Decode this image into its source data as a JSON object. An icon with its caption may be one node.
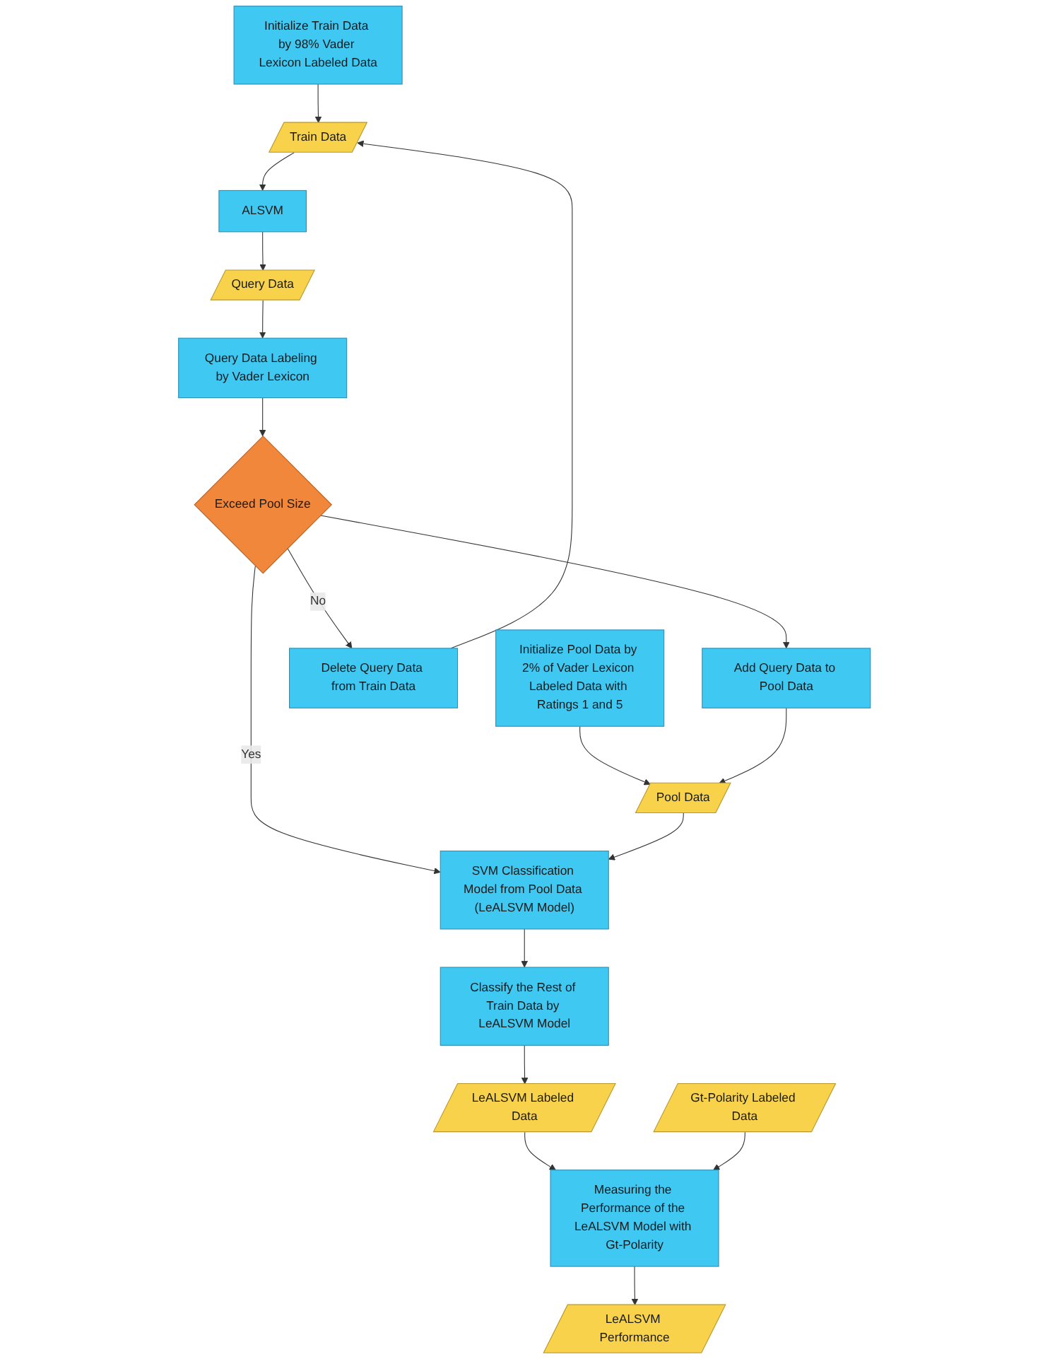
{
  "diagram": {
    "nodes": [
      {
        "text": [
          "Initialize Pool Data by 2% of Vader Lexicon Labeled Data with Ratings 1 and 5"
        ]
      },
      {
        "text": [
          "Train Data"
        ]
      },
      {
        "text": [
          "Initialize Train Data by 98% Vader Lexicon Labeled Data"
        ]
      },
      {
        "text": [
          "Pool Data"
        ]
      },
      {
        "text": [
          "ALSVM"
        ]
      },
      {
        "text": [
          "Query Data"
        ]
      },
      {
        "text": [
          "Delete Query Data from Train Data"
        ]
      },
      {
        "text": [
          "Exceed Pool Size"
        ]
      },
      {
        "text": [
          "Query Data Labeling by Vader Lexicon"
        ]
      },
      {
        "text": [
          "Add Query Data to Pool Data"
        ]
      },
      {
        "text": [
          "SVM Classification Model from Pool Data (LeALSVM Model)"
        ]
      },
      {
        "text": [
          "Classify the Rest of Train Data by LeALSVM Model"
        ]
      },
      {
        "text": [
          "Gt-Polarity Labeled Data"
        ]
      },
      {
        "text": [
          "Measuring the Performance of the LeALSVM Model with Gt-Polarity"
        ]
      },
      {
        "text": [
          "LeALSVM Labeled Data"
        ]
      },
      {
        "text": [
          "LeALSVM Performance"
        ]
      }
    ],
    "edges": [
      {
        "from": 0,
        "to": 3,
        "arrow": "to"
      },
      {
        "from": 2,
        "to": 1,
        "arrow": "to"
      },
      {
        "from": 1,
        "to": 4,
        "arrow": "to"
      },
      {
        "from": 4,
        "to": 5,
        "arrow": "to"
      },
      {
        "from": 5,
        "to": 8,
        "arrow": "to"
      },
      {
        "from": 8,
        "to": 7,
        "arrow": "to"
      },
      {
        "from": 7,
        "to": 6,
        "arrow": "to",
        "label": "No"
      },
      {
        "from": 7,
        "to": 9,
        "arrow": "to"
      },
      {
        "from": 6,
        "to": 1,
        "arrow": "to"
      },
      {
        "from": 9,
        "to": 3,
        "arrow": "to"
      },
      {
        "from": 7,
        "to": 10,
        "arrow": "to",
        "label": "Yes"
      },
      {
        "from": 3,
        "to": 10,
        "arrow": "to"
      },
      {
        "from": 10,
        "to": 11,
        "arrow": "to"
      },
      {
        "from": 11,
        "to": 14,
        "arrow": "to"
      },
      {
        "from": 14,
        "to": 13,
        "arrow": "to"
      },
      {
        "from": 12,
        "to": 13,
        "arrow": "to"
      },
      {
        "from": 13,
        "to": 15,
        "arrow": "to"
      }
    ]
  }
}
